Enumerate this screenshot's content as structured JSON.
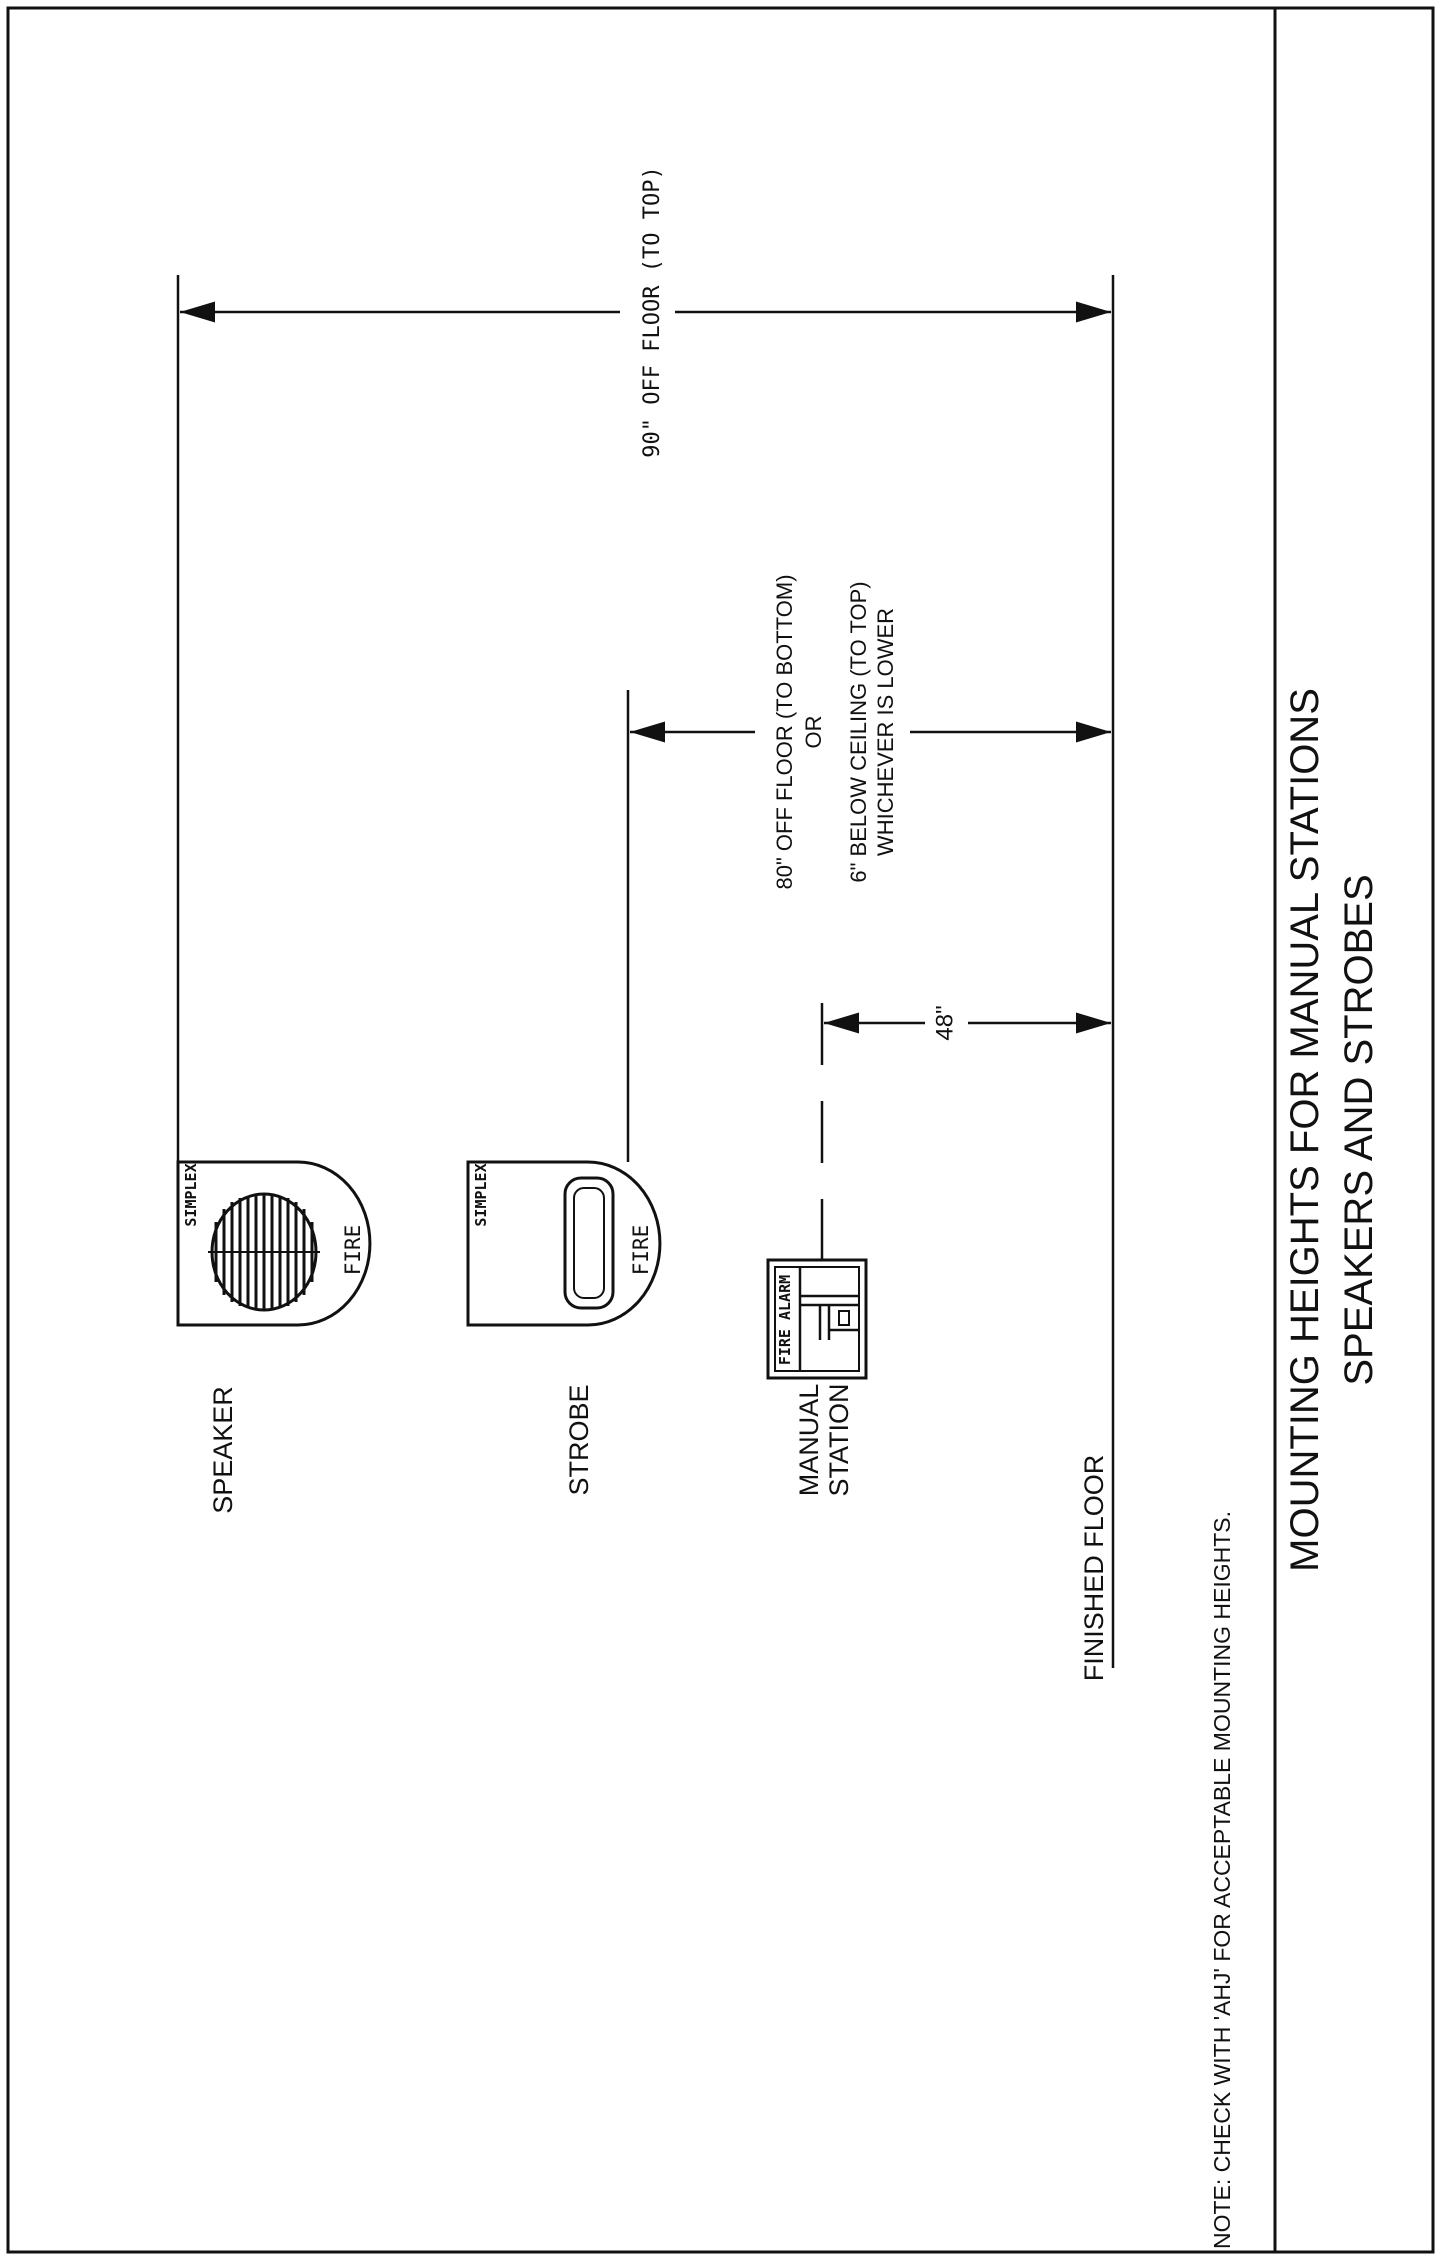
{
  "drawing": {
    "title_line1": "MOUNTING HEIGHTS FOR MANUAL STATIONS",
    "title_line2": "SPEAKERS AND STROBES",
    "note": "NOTE:  CHECK WITH 'AHJ' FOR ACCEPTABLE MOUNTING HEIGHTS.",
    "labels": {
      "speaker": "SPEAKER",
      "strobe": "STROBE",
      "manual_line1": "MANUAL",
      "manual_line2": "STATION",
      "finished_floor": "FINISHED FLOOR"
    },
    "device_text": {
      "brand": "SIMPLEX",
      "fire": "FIRE",
      "fire_alarm": "FIRE  ALARM"
    },
    "dimensions": {
      "speaker": "90\" OFF FLOOR (TO TOP)",
      "strobe_line1": "80\" OFF FLOOR (TO BOTTOM)",
      "strobe_line2": "OR",
      "strobe_line3": "6\" BELOW CEILING (TO TOP)",
      "strobe_line4": "WHICHEVER IS LOWER",
      "manual": "48\""
    },
    "colors": {
      "ink": "#111111",
      "paper": "#ffffff"
    }
  }
}
